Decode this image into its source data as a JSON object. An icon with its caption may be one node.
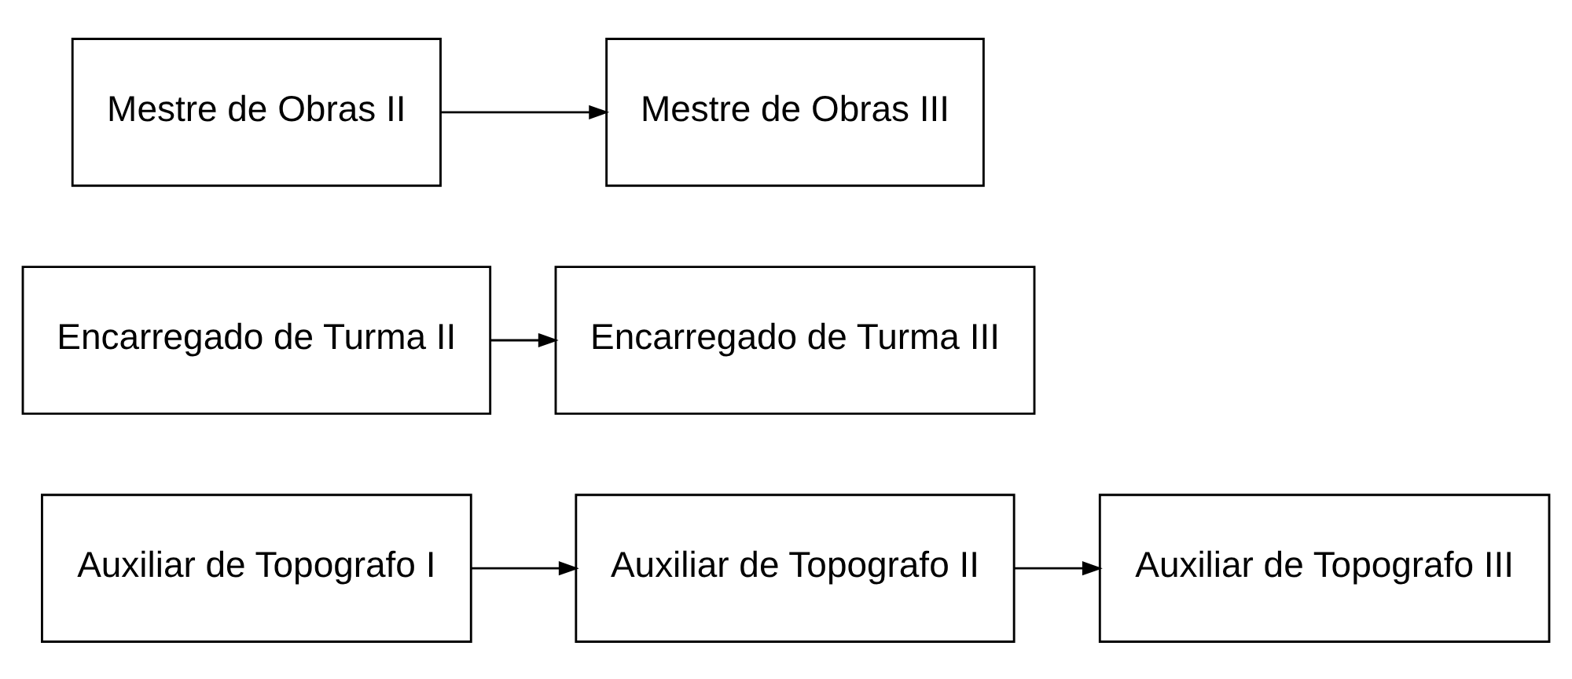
{
  "diagram": {
    "nodes": [
      {
        "text": [
          "Auxiliar de Topografo I"
        ]
      },
      {
        "text": [
          "Auxiliar de Topografo II"
        ]
      },
      {
        "text": [
          "Auxiliar de Topografo III"
        ]
      },
      {
        "text": [
          "Encarregado de Turma II"
        ]
      },
      {
        "text": [
          "Encarregado de Turma III"
        ]
      },
      {
        "text": [
          "Mestre de Obras II"
        ]
      },
      {
        "text": [
          "Mestre de Obras III"
        ]
      }
    ],
    "edges": [
      {
        "from": 0,
        "to": 1,
        "arrow": "to"
      },
      {
        "from": 1,
        "to": 2,
        "arrow": "to"
      },
      {
        "from": 3,
        "to": 4,
        "arrow": "to"
      },
      {
        "from": 5,
        "to": 6,
        "arrow": "to"
      }
    ]
  }
}
